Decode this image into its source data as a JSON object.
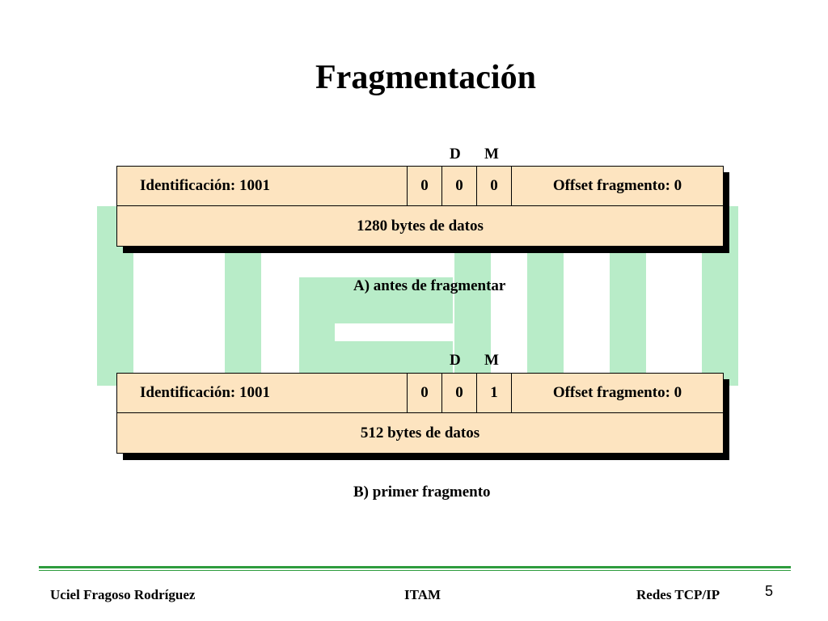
{
  "title": "Fragmentación",
  "diagram_a": {
    "flag_d": "D",
    "flag_m": "M",
    "identification": "Identificación: 1001",
    "bit0": "0",
    "bit_d": "0",
    "bit_m": "0",
    "offset": "Offset fragmento: 0",
    "data": "1280 bytes de datos",
    "caption": "A) antes de fragmentar"
  },
  "diagram_b": {
    "flag_d": "D",
    "flag_m": "M",
    "identification": "Identificación: 1001",
    "bit0": "0",
    "bit_d": "0",
    "bit_m": "1",
    "offset": "Offset fragmento: 0",
    "data": "512 bytes de datos",
    "caption": "B)  primer fragmento"
  },
  "footer": {
    "author": "Uciel Fragoso Rodríguez",
    "institution": "ITAM",
    "course": "Redes TCP/IP",
    "page": "5"
  },
  "colors": {
    "field_fill": "#fde4c0",
    "watermark": "#b8ecc8",
    "footer_rule": "#2e9c3e"
  }
}
